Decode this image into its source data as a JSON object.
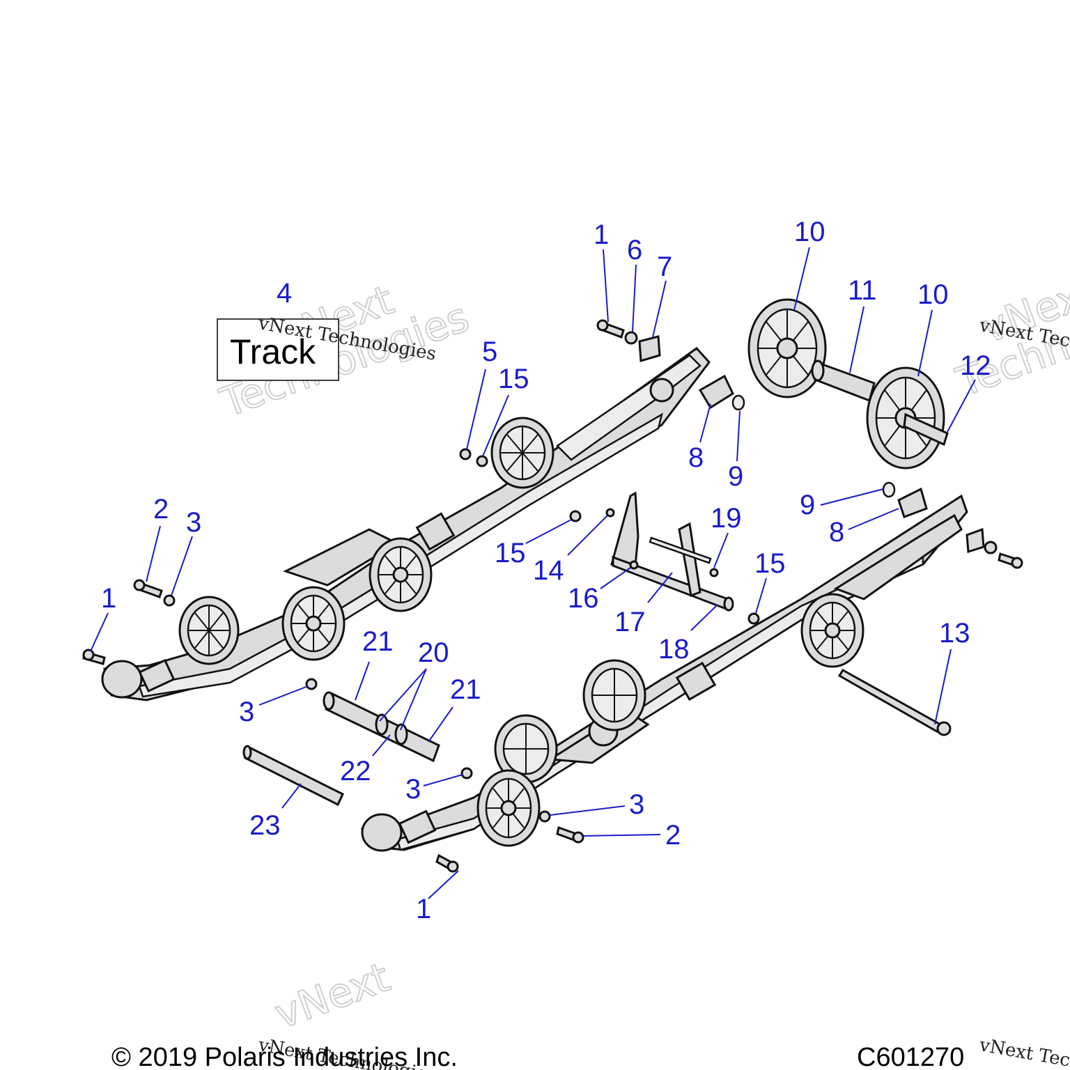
{
  "tag": {
    "label": "Track"
  },
  "watermark": {
    "text": "vNext Technologies",
    "ghost_line1": "vNext",
    "ghost_line2": "Technologies"
  },
  "footer": {
    "copyright": "© 2019 Polaris Industries Inc.",
    "code": "C601270"
  },
  "callouts": {
    "c1a": "1",
    "c6": "6",
    "c7": "7",
    "c10a": "10",
    "c11": "11",
    "c10b": "10",
    "c4": "4",
    "c5": "5",
    "c15a": "15",
    "c12": "12",
    "c8a": "8",
    "c9a": "9",
    "c2a": "2",
    "c3a": "3",
    "c1b": "1",
    "c9b": "9",
    "c8b": "8",
    "c15b": "15",
    "c14": "14",
    "c19": "19",
    "c16": "16",
    "c17": "17",
    "c18": "18",
    "c15c": "15",
    "c13": "13",
    "c21a": "21",
    "c20": "20",
    "c21b": "21",
    "c3b": "3",
    "c22": "22",
    "c3c": "3",
    "c3d": "3",
    "c2b": "2",
    "c23": "23",
    "c1c": "1"
  }
}
